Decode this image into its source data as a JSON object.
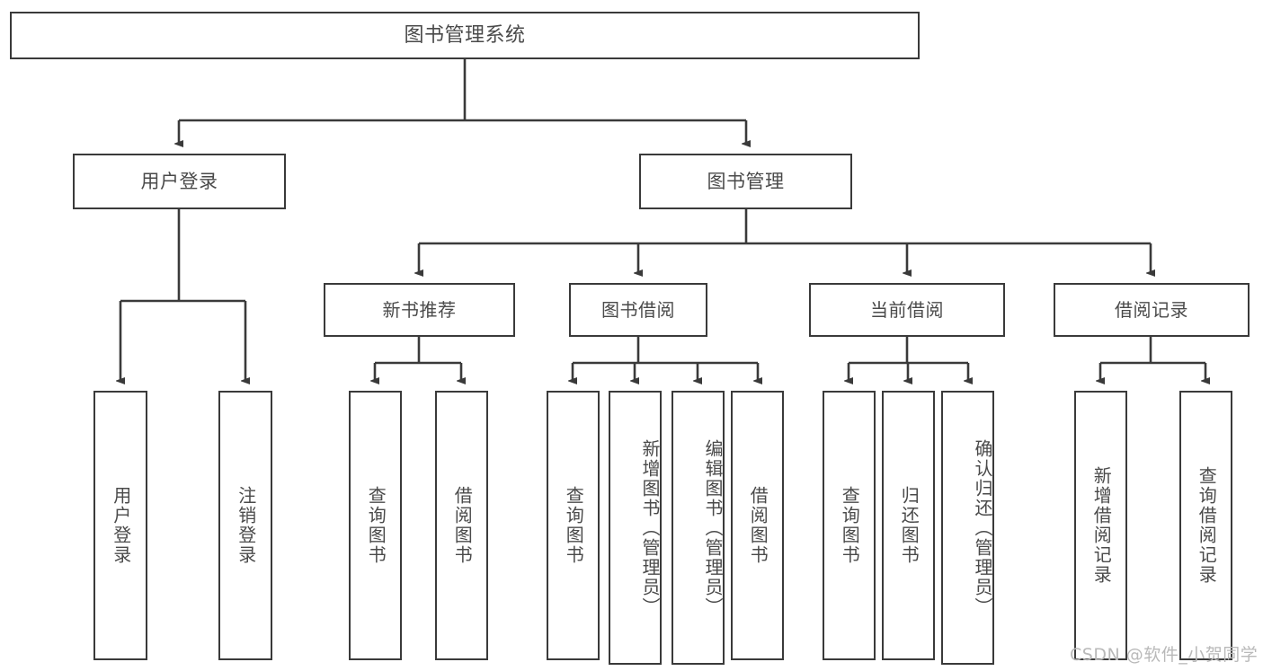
{
  "diagram": {
    "type": "tree",
    "title": "图书管理系统",
    "style": {
      "border_color": "#3a3a3a",
      "box_fill": "#ffffff",
      "text_color": "#4a4a4a",
      "background": "#ffffff",
      "watermark_color": "#b9b9b9"
    },
    "root": {
      "label": "图书管理系统"
    },
    "level2": [
      {
        "label": "用户登录"
      },
      {
        "label": "图书管理"
      }
    ],
    "level3": [
      {
        "label": "新书推荐"
      },
      {
        "label": "图书借阅"
      },
      {
        "label": "当前借阅"
      },
      {
        "label": "借阅记录"
      }
    ],
    "leaves": {
      "user_login": [
        {
          "label": "用户登录"
        },
        {
          "label": "注销登录"
        }
      ],
      "new_book_recommend": [
        {
          "label": "查询图书"
        },
        {
          "label": "借阅图书"
        }
      ],
      "book_borrow": [
        {
          "label": "查询图书"
        },
        {
          "label": "新增图书（管理员）"
        },
        {
          "label": "编辑图书（管理员）"
        },
        {
          "label": "借阅图书"
        }
      ],
      "current_borrow": [
        {
          "label": "查询图书"
        },
        {
          "label": "归还图书"
        },
        {
          "label": "确认归还（管理员）"
        }
      ],
      "borrow_record": [
        {
          "label": "新增借阅记录"
        },
        {
          "label": "查询借阅记录"
        }
      ]
    }
  },
  "watermark": {
    "text": "CSDN @软件_小贺同学"
  }
}
